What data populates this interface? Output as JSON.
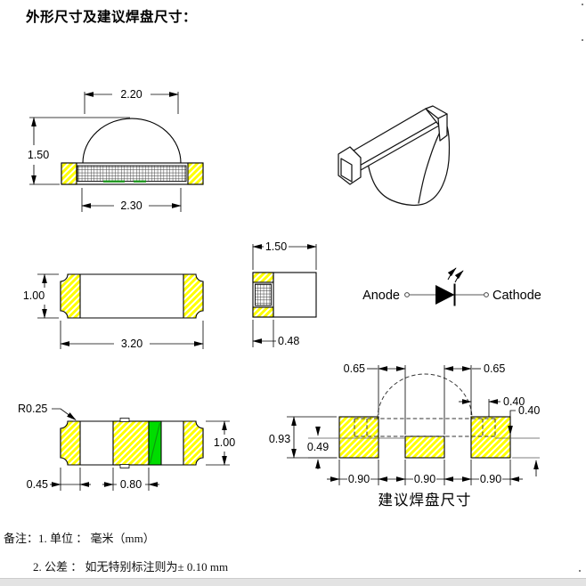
{
  "title": "外形尺寸及建议焊盘尺寸：",
  "drawings": {
    "side_view": {
      "dome_width": "2.20",
      "total_height": "1.50",
      "base_width": "2.30"
    },
    "top_view": {
      "width": "1.00",
      "length": "3.20"
    },
    "end_view": {
      "width": "1.50",
      "terminal_depth": "0.48"
    },
    "bottom_view": {
      "corner_radius": "R0.25",
      "end_pad_width": "0.45",
      "center_pad_width": "0.80",
      "height": "1.00"
    },
    "pad_layout": {
      "caption": "建议焊盘尺寸",
      "left_gap": "0.65",
      "right_gap": "0.65",
      "pad_overlap": "0.40",
      "pad_overhang": "0.40",
      "outer_pad_height": "0.93",
      "center_pad_height": "0.49",
      "pad_widths": [
        "0.90",
        "0.90",
        "0.90"
      ]
    },
    "polarity": {
      "anode_label": "Anode",
      "cathode_label": "Cathode"
    }
  },
  "notes": {
    "label": "备注：",
    "items": [
      "1. 单位 ： 毫米（mm）",
      "2. 公差 ： 如无特别标注则为± 0.10 mm"
    ]
  },
  "colors": {
    "pad_hatch": "#ffff00",
    "cathode_mark": "#00dd00",
    "outline": "#000000",
    "page_bar": "#e3e3e3"
  }
}
